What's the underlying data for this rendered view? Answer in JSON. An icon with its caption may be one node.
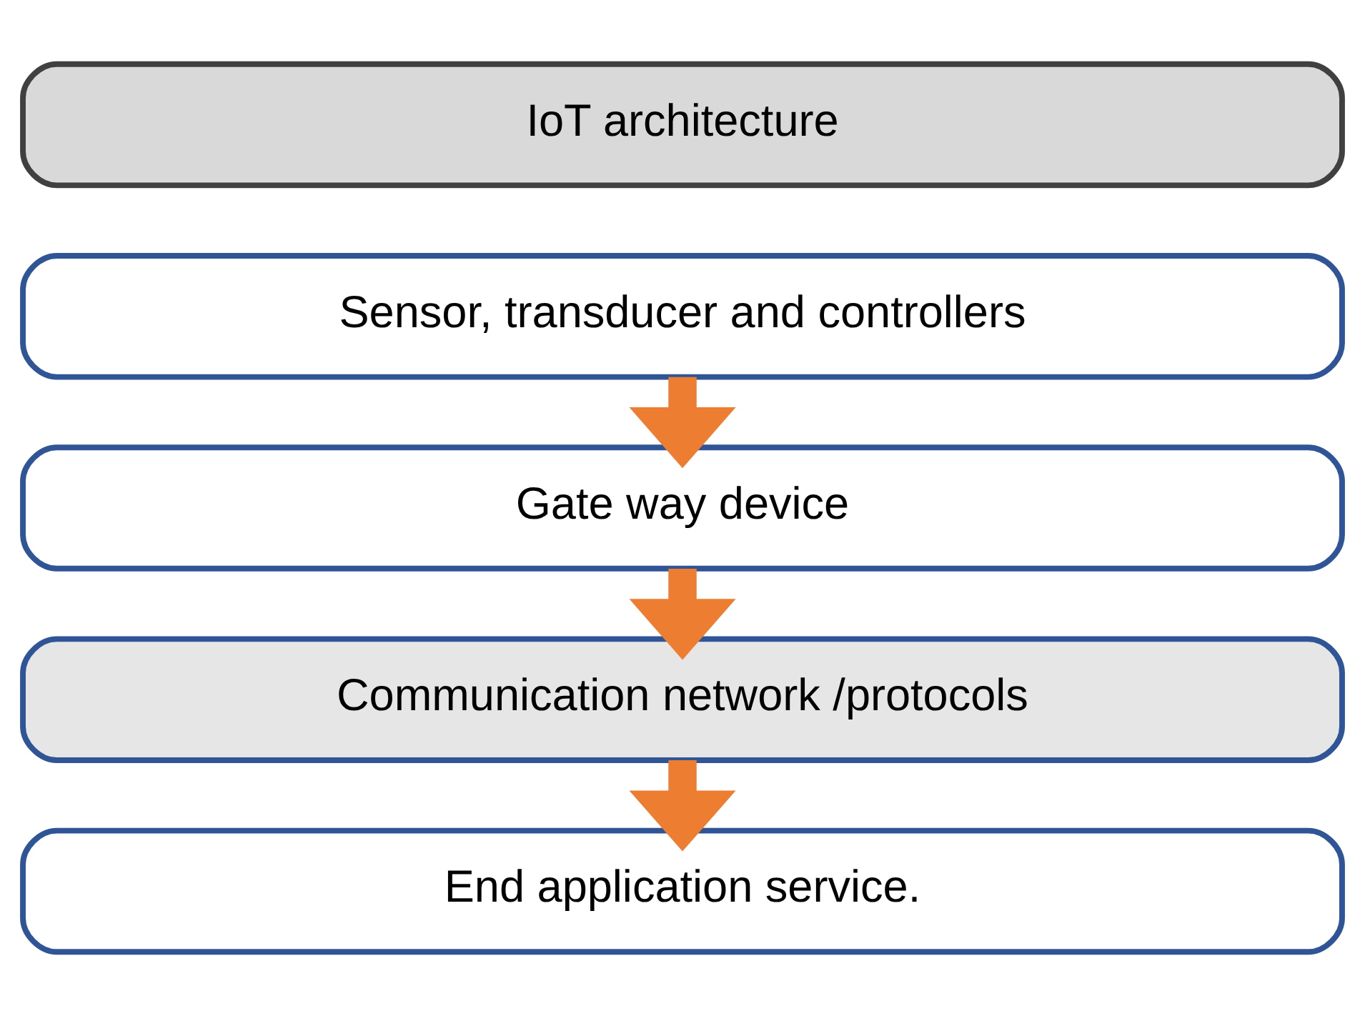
{
  "diagram": {
    "nodes": [
      {
        "text": [
          "IoT architecture"
        ]
      },
      {
        "text": [
          "Sensor, transducer and controllers"
        ]
      },
      {
        "text": [
          "Gate way device"
        ]
      },
      {
        "text": [
          "Communication network /protocols"
        ]
      },
      {
        "text": [
          "End application service."
        ]
      }
    ],
    "edges": [
      {
        "from": 1,
        "to": 2,
        "arrow": "to",
        "color": "#ed7d31"
      },
      {
        "from": 2,
        "to": 3,
        "arrow": "to",
        "color": "#ed7d31"
      },
      {
        "from": 3,
        "to": 4,
        "arrow": "to",
        "color": "#ed7d31"
      }
    ]
  }
}
